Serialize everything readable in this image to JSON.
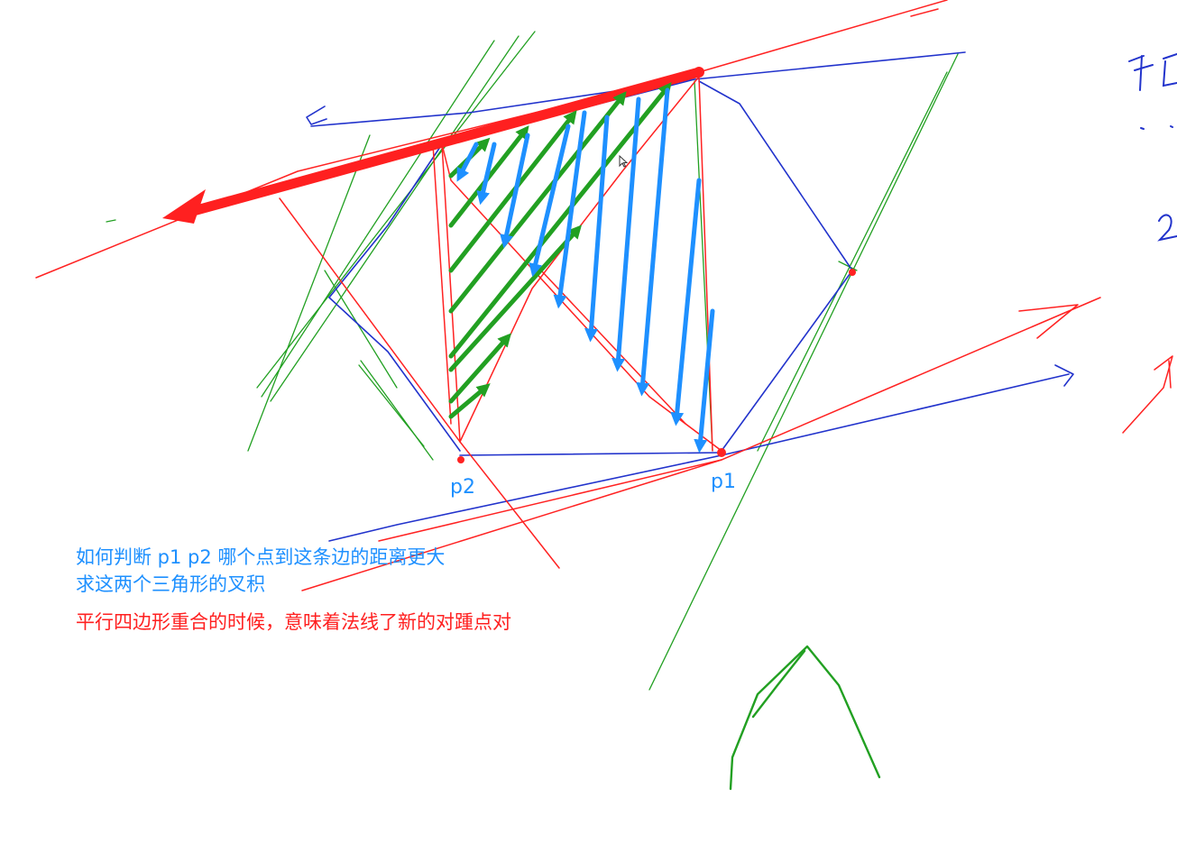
{
  "points": {
    "p1": "p1",
    "p2": "p2"
  },
  "notes": {
    "line1": "如何判断 p1 p2 哪个点到这条边的距离更大",
    "line2": "求这两个三角形的叉积",
    "line3": "平行四边形重合的时候，意味着法线了新的对踵点对"
  },
  "colors": {
    "blue_ink": "#2233cc",
    "red_ink": "#ff2222",
    "green_ink": "#22a022",
    "arrow_blue": "#1e90ff",
    "arrow_green": "#22a022",
    "note_blue": "#1e90ff",
    "note_red": "#ff2020"
  },
  "icons": [
    "cursor-icon"
  ]
}
